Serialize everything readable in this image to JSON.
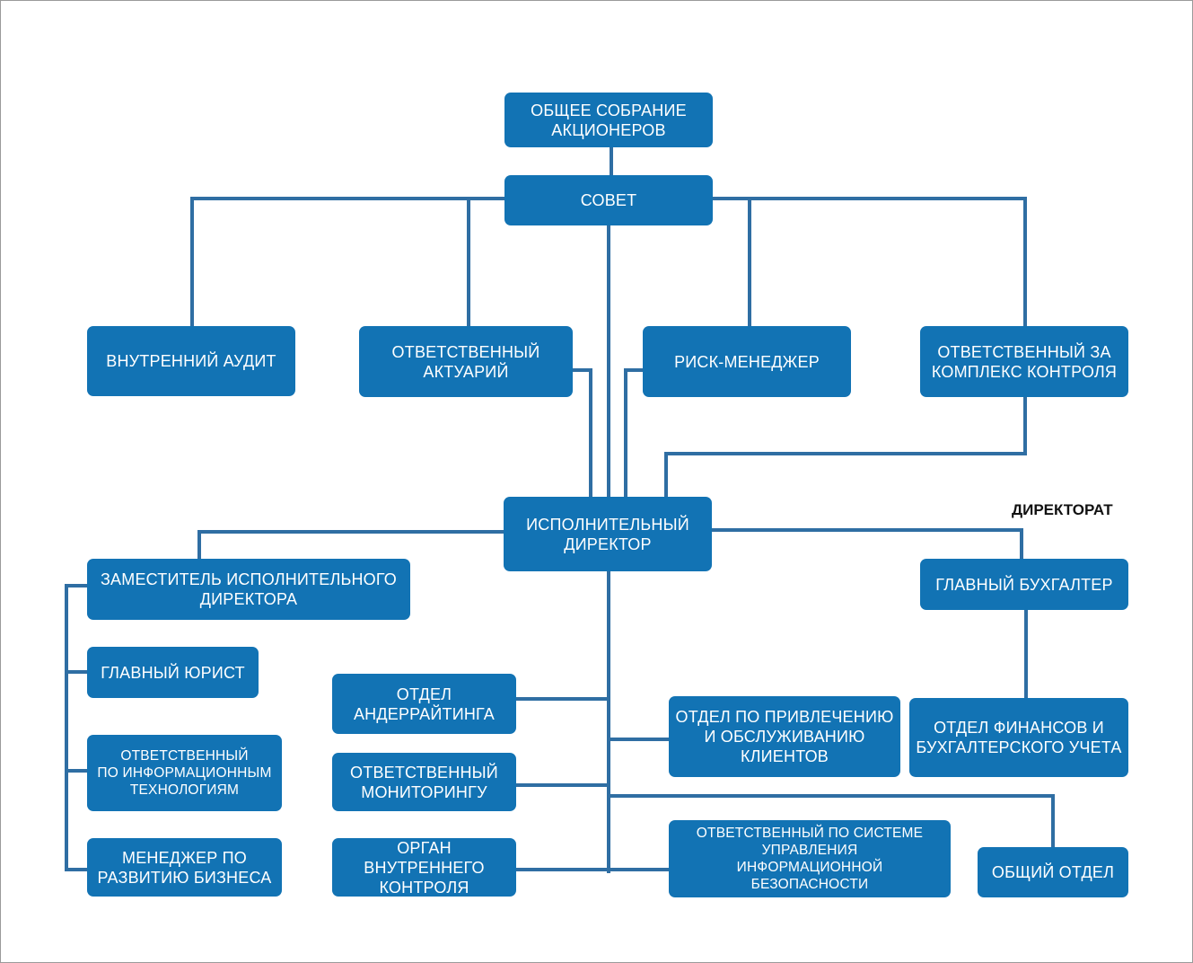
{
  "nodes": {
    "general_meeting": "ОБЩЕЕ СОБРАНИЕ\nАКЦИОНЕРОВ",
    "council": "СОВЕТ",
    "internal_audit": "ВНУТРЕННИЙ АУДИТ",
    "actuary": "ОТВЕТСТВЕННЫЙ\nАКТУАРИЙ",
    "risk_manager": "РИСК-МЕНЕДЖЕР",
    "control_complex": "ОТВЕТСТВЕННЫЙ ЗА\nКОМПЛЕКС КОНТРОЛЯ",
    "executive_director": "ИСПОЛНИТЕЛЬНЫЙ\nДИРЕКТОР",
    "deputy_director": "ЗАМЕСТИТЕЛЬ ИСПОЛНИТЕЛЬНОГО\nДИРЕКТОРА",
    "chief_lawyer": "ГЛАВНЫЙ ЮРИСТ",
    "it_responsible": "ОТВЕТСТВЕННЫЙ\nПО ИНФОРМАЦИОННЫМ\nТЕХНОЛОГИЯМ",
    "biz_dev_manager": "МЕНЕДЖЕР ПО\nРАЗВИТИЮ БИЗНЕСА",
    "underwriting": "ОТДЕЛ\nАНДЕРРАЙТИНГА",
    "monitoring": "ОТВЕТСТВЕННЫЙ\nМОНИТОРИНГУ",
    "internal_control_body": "ОРГАН ВНУТРЕННЕГО\nКОНТРОЛЯ",
    "client_dept": "ОТДЕЛ ПО ПРИВЛЕЧЕНИЮ\nИ ОБСЛУЖИВАНИЮ\nКЛИЕНТОВ",
    "infosec": "ОТВЕТСТВЕННЫЙ  ПО СИСТЕМЕ\nУПРАВЛЕНИЯ\nИНФОРМАЦИОННОЙ\nБЕЗОПАСНОСТИ",
    "chief_accountant": "ГЛАВНЫЙ БУХГАЛТЕР",
    "finance_dept": "ОТДЕЛ ФИНАНСОВ И\nБУХГАЛТЕРСКОГО УЧЕТА",
    "general_dept": "ОБЩИЙ ОТДЕЛ"
  },
  "labels": {
    "directorate": "ДИРЕКТОРАТ"
  },
  "colors": {
    "box": "#1273b4",
    "line": "#2f6ea3"
  }
}
